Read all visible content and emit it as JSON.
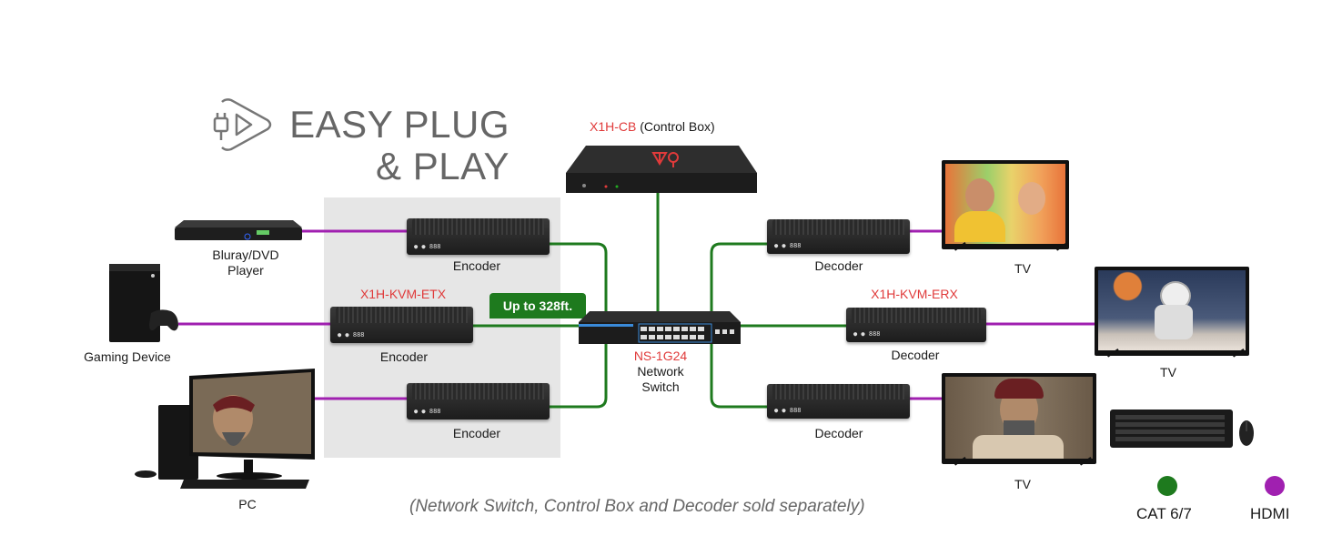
{
  "title": {
    "line1": "EASY PLUG",
    "line2": "& PLAY",
    "icon": "plug-play-icon"
  },
  "colors": {
    "cat_line": "#1e7a1e",
    "hdmi_line": "#a020b0",
    "model_text": "#e03a3a",
    "panel_bg": "#e6e6e6",
    "title_text": "#666666"
  },
  "control_box": {
    "model": "X1H-CB",
    "description": "(Control Box)"
  },
  "sources": [
    {
      "name": "bluray",
      "label_lines": [
        "Bluray/DVD",
        "Player"
      ],
      "icon": "bluray-player-icon"
    },
    {
      "name": "gaming",
      "label_lines": [
        "Gaming Device"
      ],
      "icon": "game-console-icon"
    },
    {
      "name": "pc",
      "label_lines": [
        "PC"
      ],
      "icon": "desktop-pc-icon"
    }
  ],
  "encoders": {
    "model": "X1H-KVM-ETX",
    "items": [
      {
        "label": "Encoder"
      },
      {
        "label": "Encoder"
      },
      {
        "label": "Encoder"
      }
    ]
  },
  "distance_badge": "Up to 328ft.",
  "switch": {
    "model": "NS-1G24",
    "label_lines": [
      "Network",
      "Switch"
    ]
  },
  "decoders": {
    "model": "X1H-KVM-ERX",
    "items": [
      {
        "label": "Decoder"
      },
      {
        "label": "Decoder"
      },
      {
        "label": "Decoder"
      }
    ]
  },
  "displays": [
    {
      "label": "TV",
      "scene": "couple-sunglasses"
    },
    {
      "label": "TV",
      "scene": "astronaut"
    },
    {
      "label": "TV",
      "scene": "bearded-warrior"
    }
  ],
  "peripherals": {
    "icon": "keyboard-mouse-icon"
  },
  "legend": [
    {
      "label": "CAT 6/7",
      "color": "#1e7a1e"
    },
    {
      "label": "HDMI",
      "color": "#a020b0"
    }
  ],
  "footnote": "(Network Switch, Control Box and Decoder sold separately)"
}
